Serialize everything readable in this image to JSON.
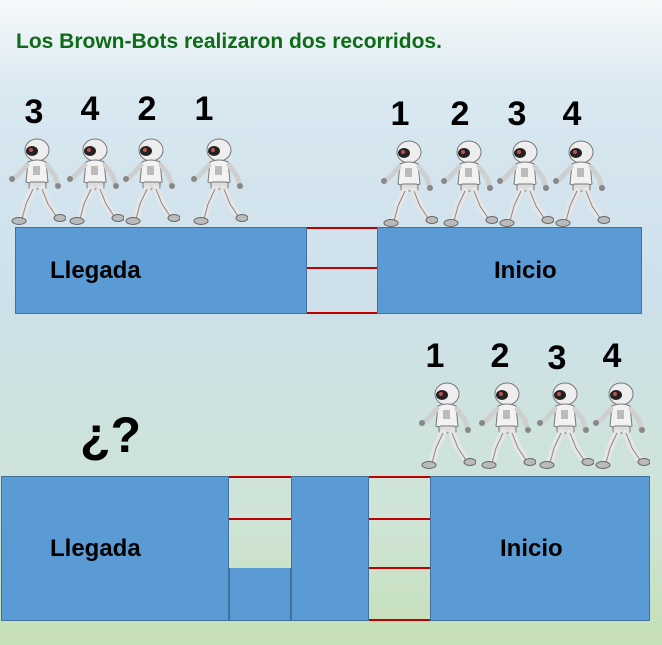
{
  "title": "Los Brown-Bots realizaron dos recorridos.",
  "question_mark": "¿?",
  "colors": {
    "block": "#5b9bd5",
    "rung": "#c00000",
    "title": "#0e6b16"
  },
  "track1": {
    "left_label": "Llegada",
    "right_label": "Inicio",
    "left_group_numbers": [
      "3",
      "4",
      "2",
      "1"
    ],
    "right_group_numbers": [
      "1",
      "2",
      "3",
      "4"
    ]
  },
  "track2": {
    "left_label": "Llegada",
    "right_label": "Inicio",
    "right_group_numbers": [
      "1",
      "2",
      "3",
      "4"
    ]
  },
  "icon": "walking-robot-icon"
}
